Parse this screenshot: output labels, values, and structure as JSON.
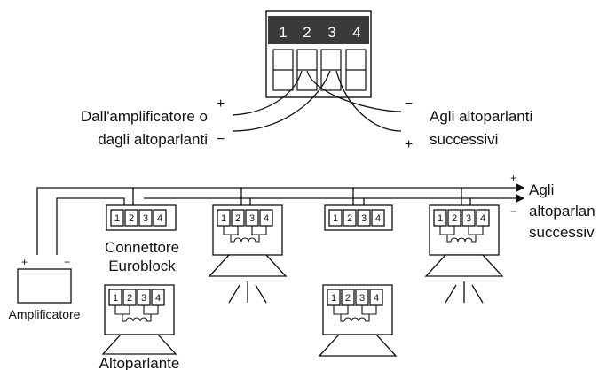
{
  "top_connector": {
    "pins": [
      "1",
      "2",
      "3",
      "4"
    ]
  },
  "labels": {
    "from_amp_line1": "Dall'amplificatore o",
    "from_amp_line2": "dagli altoparlanti",
    "to_speakers_line1": "Agli altoparlanti",
    "to_speakers_line2": "successivi",
    "euroblock_line1": "Connettore",
    "euroblock_line2": "Euroblock",
    "amplifier": "Amplificatore",
    "speaker": "Altoparlante",
    "out_line1": "Agli",
    "out_line2": "altoparlan",
    "out_line3": "successiv"
  },
  "signs": {
    "plus": "+",
    "minus": "−"
  },
  "terminal_numbers": [
    "1",
    "2",
    "3",
    "4"
  ]
}
